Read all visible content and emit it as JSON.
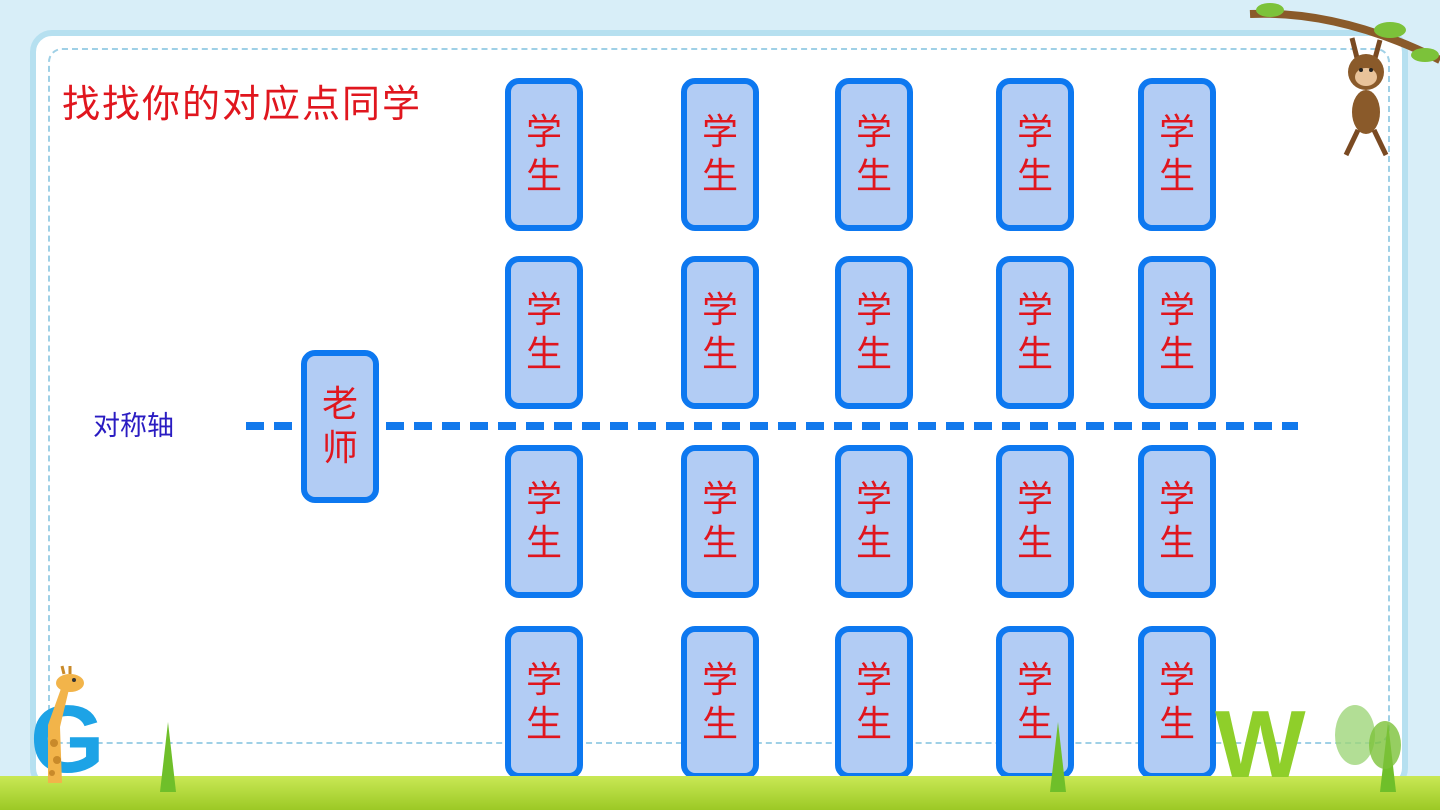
{
  "title": "找找你的对应点同学",
  "axis_label": "对称轴",
  "teacher": {
    "line1": "老",
    "line2": "师"
  },
  "student": {
    "line1": "学",
    "line2": "生"
  },
  "colors": {
    "title": "#e0161e",
    "axis_label": "#2a1cc2",
    "card_border": "#0d78f0",
    "card_fill": "#b2ccf4",
    "axis_line": "#1279ec"
  },
  "decorations": [
    "giraffe",
    "letter-g",
    "monkey",
    "letter-w",
    "grass"
  ]
}
